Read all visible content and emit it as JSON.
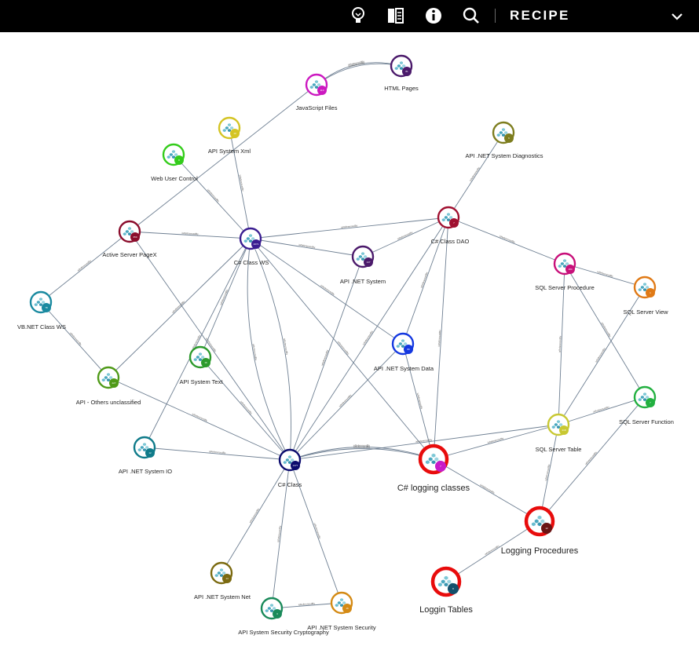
{
  "toolbar": {
    "icons": [
      "lightbulb-icon",
      "book-icon",
      "info-icon",
      "search-icon"
    ],
    "recipe_label": "RECIPE",
    "chevron_icon": "chevron-down-icon"
  },
  "graph": {
    "nodes": [
      {
        "id": "html",
        "label": "HTML Pages",
        "color": "#4b1a6b",
        "badge": "81",
        "highlight": false
      },
      {
        "id": "js",
        "label": "JavaScript Files",
        "color": "#cc19c0",
        "badge": "113",
        "highlight": false
      },
      {
        "id": "xml",
        "label": "API System Xml",
        "color": "#d4c424",
        "badge": "10",
        "highlight": false
      },
      {
        "id": "diag",
        "label": "API .NET System Diagnostics",
        "color": "#7d7d1e",
        "badge": "6",
        "highlight": false
      },
      {
        "id": "wuc",
        "label": "Web User Control",
        "color": "#33cc1a",
        "badge": "8",
        "highlight": false
      },
      {
        "id": "asp",
        "label": "Active Server PageX",
        "color": "#8b0d2c",
        "badge": "350",
        "highlight": false
      },
      {
        "id": "ws",
        "label": "C# Class WS",
        "color": "#3a1d91",
        "badge": "2071",
        "highlight": false
      },
      {
        "id": "sys",
        "label": "API .NET System",
        "color": "#4b1a6b",
        "badge": "147",
        "highlight": false
      },
      {
        "id": "dao",
        "label": "C# Class DAO",
        "color": "#a01030",
        "badge": "7",
        "highlight": false
      },
      {
        "id": "sqlproc",
        "label": "SQL Server Procedure",
        "color": "#c8107a",
        "badge": "184",
        "highlight": false
      },
      {
        "id": "sqlview",
        "label": "SQL Server View",
        "color": "#e07a16",
        "badge": "1",
        "highlight": false
      },
      {
        "id": "vb",
        "label": "VB.NET Class WS",
        "color": "#1a8aa0",
        "badge": "78",
        "highlight": false
      },
      {
        "id": "data",
        "label": "API .NET System Data",
        "color": "#1438e0",
        "badge": "80",
        "highlight": false
      },
      {
        "id": "text",
        "label": "API System Text",
        "color": "#2c9a2c",
        "badge": "16",
        "highlight": false
      },
      {
        "id": "others",
        "label": "API - Others unclassified",
        "color": "#4f9a18",
        "badge": "227",
        "highlight": false
      },
      {
        "id": "sqlfunc",
        "label": "SQL Server Function",
        "color": "#22b040",
        "badge": "7",
        "highlight": false
      },
      {
        "id": "sqltable",
        "label": "SQL Server Table",
        "color": "#c8c832",
        "badge": "218",
        "highlight": false
      },
      {
        "id": "io",
        "label": "API .NET System IO",
        "color": "#0f7b8a",
        "badge": "12",
        "highlight": false
      },
      {
        "id": "csclass",
        "label": "C# Class",
        "color": "#0c0c6e",
        "badge": "1377",
        "highlight": false
      },
      {
        "id": "cslog",
        "label": "C# logging classes",
        "color": "#e80c0c",
        "badge": "7",
        "badge_color": "#c81ac8",
        "highlight": true
      },
      {
        "id": "logproc",
        "label": "Logging Procedures",
        "color": "#e80c0c",
        "badge": "12",
        "badge_color": "#6b1414",
        "highlight": true
      },
      {
        "id": "logtables",
        "label": "Loggin Tables",
        "color": "#e80c0c",
        "badge": "8",
        "badge_color": "#14506b",
        "highlight": true
      },
      {
        "id": "net",
        "label": "API .NET System Net",
        "color": "#7b6a10",
        "badge": "14",
        "highlight": false
      },
      {
        "id": "crypto",
        "label": "API System Security Cryptography",
        "color": "#1a8a5a",
        "badge": "3",
        "highlight": false
      },
      {
        "id": "security",
        "label": "API .NET System Security",
        "color": "#d48a14",
        "badge": "16",
        "highlight": false
      }
    ],
    "edges": [
      {
        "from": "js",
        "to": "html",
        "label": "isReferencedBy"
      },
      {
        "from": "html",
        "to": "js",
        "label": "isReferencedBy"
      },
      {
        "from": "js",
        "to": "asp",
        "label": ""
      },
      {
        "from": "xml",
        "to": "ws",
        "label": "isReferencedBy"
      },
      {
        "from": "wuc",
        "to": "ws",
        "label": "isReferencedBy"
      },
      {
        "from": "asp",
        "to": "ws",
        "label": "isReferencedBy"
      },
      {
        "from": "asp",
        "to": "vb",
        "label": "isReferencedBy"
      },
      {
        "from": "asp",
        "to": "csclass",
        "label": "isReferencedBy"
      },
      {
        "from": "ws",
        "to": "sys",
        "label": "isReferencedBy"
      },
      {
        "from": "ws",
        "to": "dao",
        "label": "isReferencedBy"
      },
      {
        "from": "ws",
        "to": "data",
        "label": "isReferencedBy"
      },
      {
        "from": "ws",
        "to": "text",
        "label": "isReferencedBy"
      },
      {
        "from": "ws",
        "to": "others",
        "label": "isReferencedBy"
      },
      {
        "from": "ws",
        "to": "io",
        "label": "isReferencedBy"
      },
      {
        "from": "ws",
        "to": "cslog",
        "label": "isReferencedBy"
      },
      {
        "from": "ws",
        "to": "csclass",
        "label": "isReferencedBy"
      },
      {
        "from": "ws",
        "to": "csclass",
        "label": "isReferencedBy"
      },
      {
        "from": "sys",
        "to": "csclass",
        "label": "isReferencedBy"
      },
      {
        "from": "dao",
        "to": "sys",
        "label": "isReferencedBy"
      },
      {
        "from": "dao",
        "to": "diag",
        "label": "isReferencedBy"
      },
      {
        "from": "dao",
        "to": "data",
        "label": "isReferencedBy"
      },
      {
        "from": "dao",
        "to": "sqlproc",
        "label": "isReferencedBy"
      },
      {
        "from": "dao",
        "to": "cslog",
        "label": "isReferencedBy"
      },
      {
        "from": "dao",
        "to": "csclass",
        "label": "isReferencedBy"
      },
      {
        "from": "sqlproc",
        "to": "sqlview",
        "label": "isReferencedBy"
      },
      {
        "from": "sqlproc",
        "to": "sqlfunc",
        "label": "isReferencedBy"
      },
      {
        "from": "sqlproc",
        "to": "sqltable",
        "label": "isReferencedBy"
      },
      {
        "from": "sqltable",
        "to": "sqlview",
        "label": "isReferencedBy"
      },
      {
        "from": "sqlfunc",
        "to": "sqltable",
        "label": "isReferencedBy"
      },
      {
        "from": "sqlfunc",
        "to": "logproc",
        "label": "isReferencedBy"
      },
      {
        "from": "vb",
        "to": "others",
        "label": "isReferencedBy"
      },
      {
        "from": "others",
        "to": "csclass",
        "label": "isReferencedBy"
      },
      {
        "from": "data",
        "to": "cslog",
        "label": "isReferencedBy"
      },
      {
        "from": "data",
        "to": "csclass",
        "label": "isReferencedBy"
      },
      {
        "from": "text",
        "to": "csclass",
        "label": "isReferencedBy"
      },
      {
        "from": "io",
        "to": "csclass",
        "label": "isReferencedBy"
      },
      {
        "from": "csclass",
        "to": "cslog",
        "label": "isReferencedBy"
      },
      {
        "from": "cslog",
        "to": "csclass",
        "label": "isReferencedBy"
      },
      {
        "from": "csclass",
        "to": "sqltable",
        "label": "isReferencedBy"
      },
      {
        "from": "cslog",
        "to": "sqltable",
        "label": "isReferencedBy"
      },
      {
        "from": "cslog",
        "to": "logproc",
        "label": "isReferencedBy"
      },
      {
        "from": "sqltable",
        "to": "logproc",
        "label": "isReferencedBy"
      },
      {
        "from": "logproc",
        "to": "logtables",
        "label": "isReferencedBy"
      },
      {
        "from": "csclass",
        "to": "net",
        "label": "isReferencedBy"
      },
      {
        "from": "csclass",
        "to": "crypto",
        "label": "isReferencedBy"
      },
      {
        "from": "csclass",
        "to": "security",
        "label": "isReferencedBy"
      },
      {
        "from": "crypto",
        "to": "security",
        "label": "isReferencedBy"
      }
    ]
  }
}
